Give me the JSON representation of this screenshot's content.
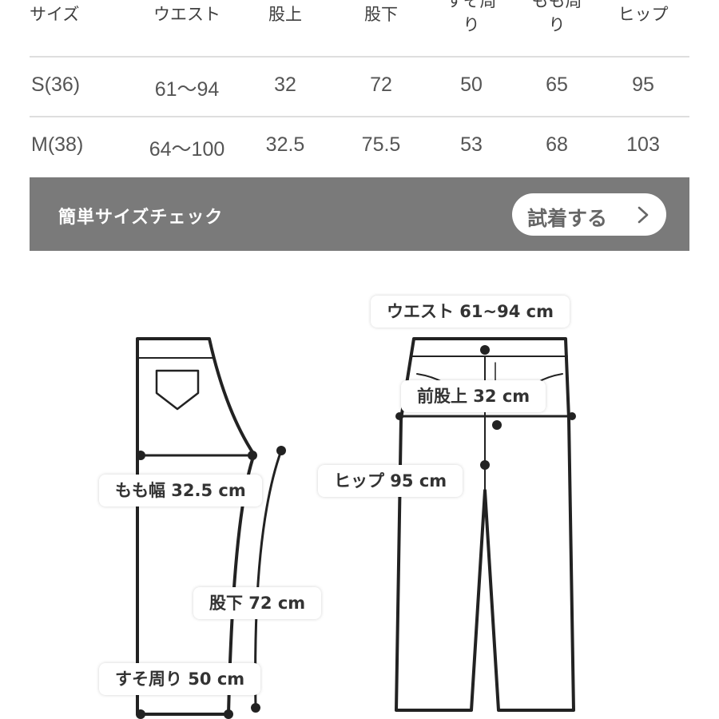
{
  "table": {
    "headers": [
      "サイズ",
      "ウエスト",
      "股上",
      "股下",
      "すそ周\nり",
      "もも周\nり",
      "ヒップ"
    ],
    "rows": [
      [
        "S(36)",
        "61〜94",
        "32",
        "72",
        "50",
        "65",
        "95"
      ],
      [
        "M(38)",
        "64〜100",
        "32.5",
        "75.5",
        "53",
        "68",
        "103"
      ]
    ]
  },
  "banner": {
    "title": "簡単サイズチェック",
    "button_label": "試着する"
  },
  "diagram": {
    "labels": {
      "waist": "ウエスト 61~94 cm",
      "front_rise": "前股上 32 cm",
      "hip": "ヒップ 95 cm",
      "thigh": "もも幅 32.5 cm",
      "inseam": "股下 72 cm",
      "hem": "すそ周り 50 cm"
    }
  },
  "icons": {
    "button_arrow": "chevron-right-icon"
  },
  "colors": {
    "banner_bg": "#7a7a7a",
    "text": "#4a4a4a",
    "line": "#222222"
  }
}
